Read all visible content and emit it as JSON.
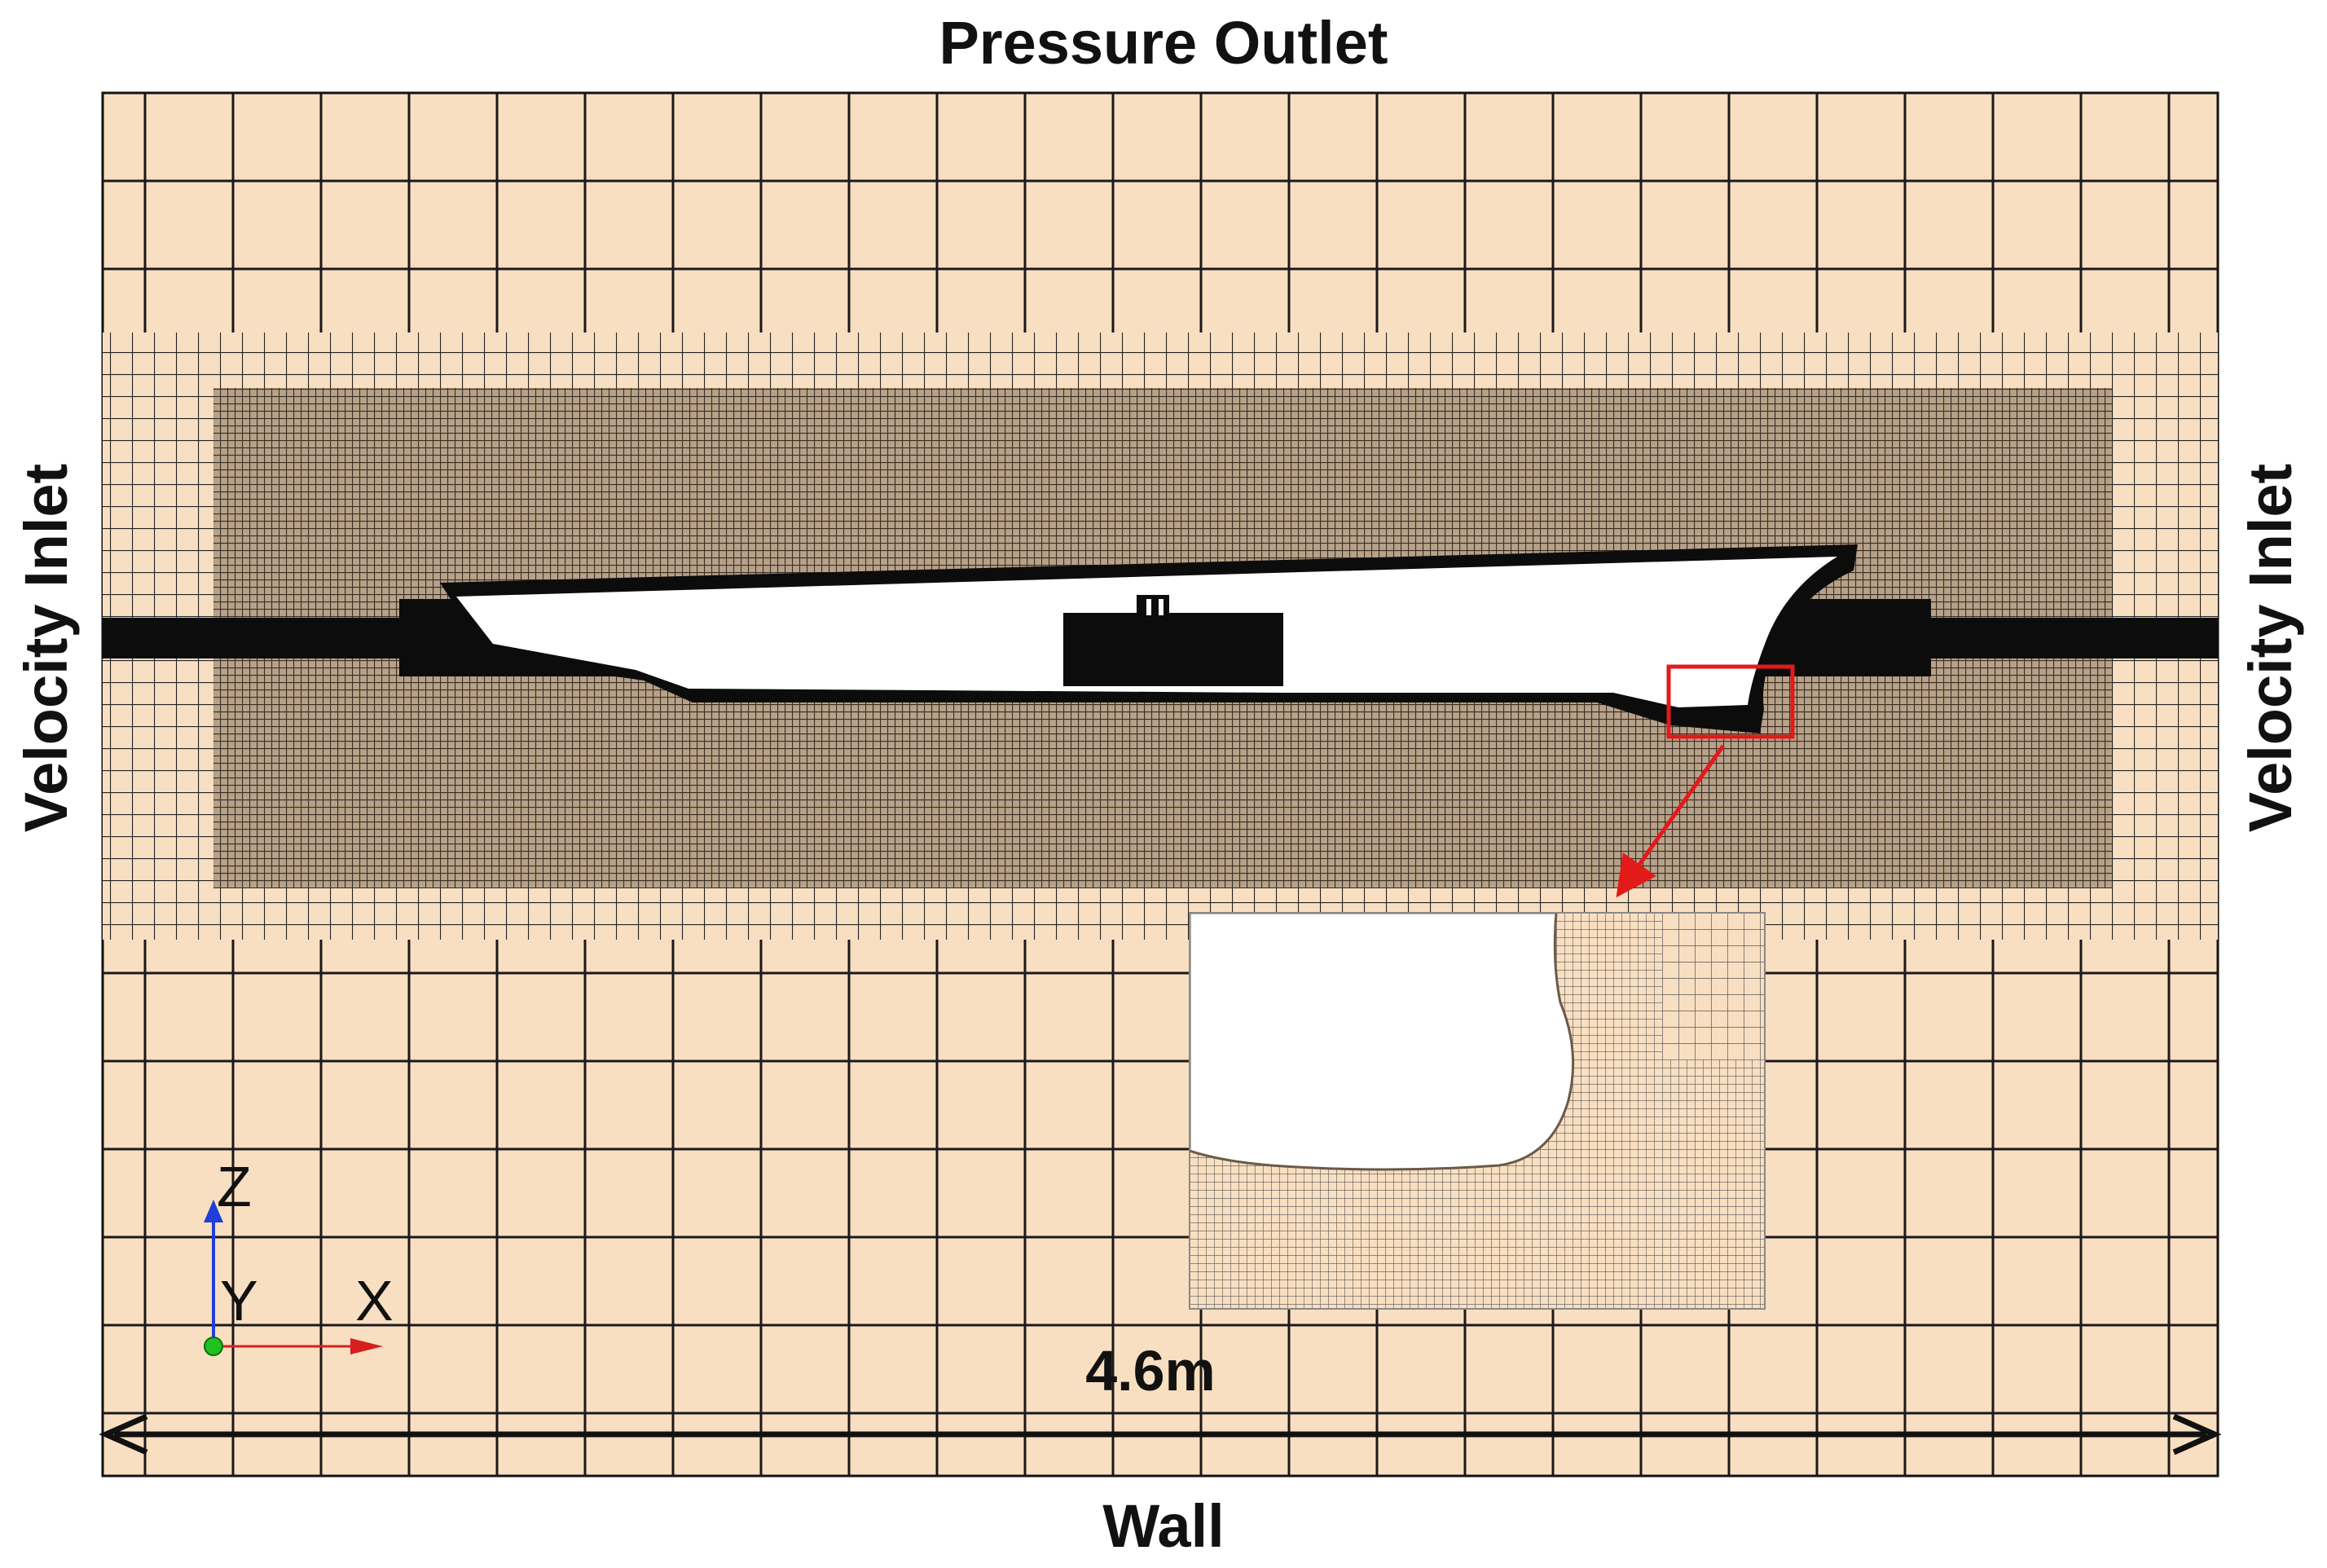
{
  "labels": {
    "top": "Pressure Outlet",
    "bottom": "Wall",
    "left": "Velocity Inlet",
    "right": "Velocity Inlet",
    "dimension": "4.6m"
  },
  "axes": {
    "z": "Z",
    "y": "Y",
    "x": "X"
  },
  "colors": {
    "background": "#ffffff",
    "domain_fill": "#f9dfc1",
    "mesh_line": "#1a1a1a",
    "refined_mesh": "#5a4a3a",
    "hull": "#ffffff",
    "highlight": "#e31a1a",
    "z_axis": "#1f3fd6",
    "x_axis": "#d61f1f",
    "origin": "#1fc01f"
  }
}
